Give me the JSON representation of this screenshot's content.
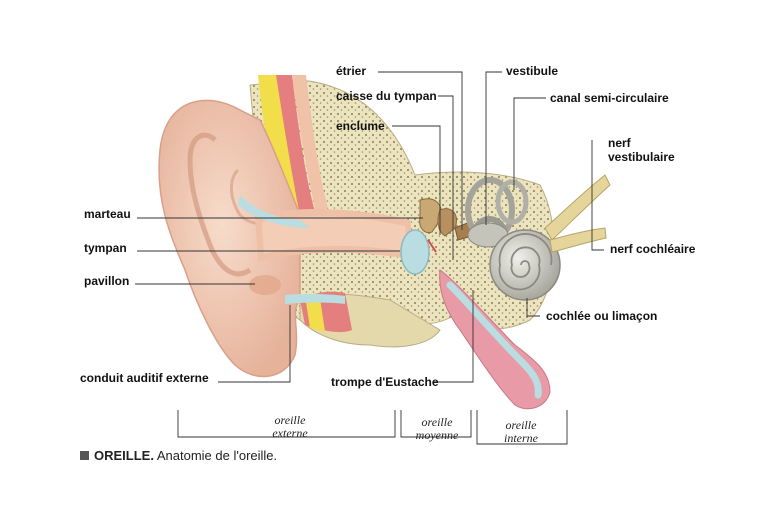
{
  "labels": {
    "etrier": "étrier",
    "caisse_du_tympan": "caisse du tympan",
    "enclume": "enclume",
    "marteau": "marteau",
    "tympan": "tympan",
    "pavillon": "pavillon",
    "conduit_auditif_externe": "conduit auditif externe",
    "vestibule": "vestibule",
    "canal_semi_circulaire": "canal semi-circulaire",
    "nerf_vestibulaire_line1": "nerf",
    "nerf_vestibulaire_line2": "vestibulaire",
    "nerf_cochleaire": "nerf cochléaire",
    "cochlee": "cochlée ou limaçon",
    "trompe_eustache": "trompe d'Eustache"
  },
  "sections": {
    "externe": [
      "oreille",
      "externe"
    ],
    "moyenne": [
      "oreille",
      "moyenne"
    ],
    "interne": [
      "oreille",
      "interne"
    ]
  },
  "caption": {
    "title": "OREILLE.",
    "text": "Anatomie de l'oreille."
  },
  "colors": {
    "skin": "#f3cdb6",
    "skin_shadow": "#e2a88c",
    "canal": "#b9dde0",
    "bone": "#e8e0b8",
    "bone_dots": "#8a8060",
    "cochlea": "#c9c9c0",
    "nerve": "#e6d59a",
    "tube": "#e89aa6",
    "red": "#d84a4a",
    "yellow": "#f2dd4a"
  }
}
